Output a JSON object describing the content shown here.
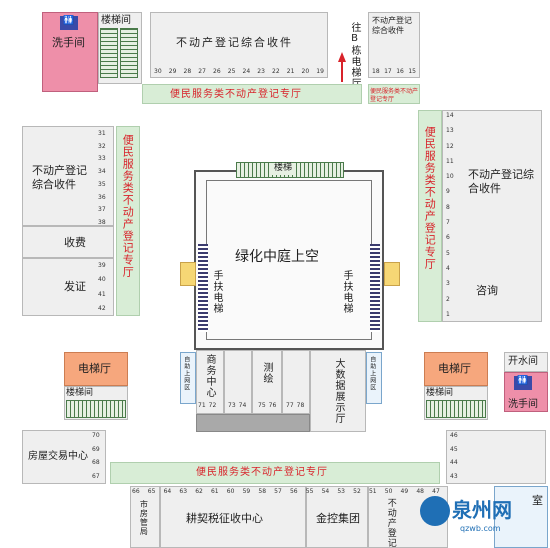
{
  "labels": {
    "restroom_tl": "洗手间",
    "stairs_top": "楼梯间",
    "service_top": "不动产登记综合收件",
    "to_building_b": "往B栋电梯厅",
    "service_tr": "不动产登记综合收件",
    "hall_top": "便民服务类不动产登记专厅",
    "hall_tr_small": "便民服务类不动产登记专厅",
    "service_left": "不动产登记综合收件",
    "fee": "收费",
    "certificate": "发证",
    "hall_left": "便民服务类不动产登记专厅",
    "hall_right": "便民服务类不动产登记专厅",
    "service_right": "不动产登记综合收件",
    "consult": "咨询",
    "courtyard": "绿化中庭上空",
    "courtyard_stairs": "楼梯",
    "escalator_left": "手扶电梯",
    "escalator_right": "手扶电梯",
    "self_service_left": "自助上网区",
    "self_service_right": "自助上网区",
    "business_center": "商务中心",
    "mapping": "测绘",
    "bigdata": "大数据展示厅",
    "elevator_left": "电梯厅",
    "stairs_left": "楼梯间",
    "elevator_right": "电梯厅",
    "stairs_right": "楼梯间",
    "water_room": "开水间",
    "restroom_br": "洗手间",
    "housing_center": "房屋交易中心",
    "hall_bottom": "便民服务类不动产登记专厅",
    "housing_bureau": "市房管局",
    "tax_center": "耕契税征收中心",
    "jinkong": "金控集团",
    "service_bottom": "不动产登记",
    "watermark": "泉州网",
    "watermark_url": "qzwb.com",
    "bottom_right_room": "室"
  },
  "windows": {
    "top": [
      "30",
      "29",
      "28",
      "27",
      "26",
      "25",
      "24",
      "23",
      "22",
      "21",
      "20",
      "19"
    ],
    "top_right": [
      "18",
      "17",
      "16",
      "15"
    ],
    "left_upper": [
      "31",
      "32",
      "33",
      "34",
      "35",
      "36",
      "37",
      "38"
    ],
    "left_lower": [
      "39",
      "40",
      "41",
      "42"
    ],
    "right": [
      "14",
      "13",
      "12",
      "11",
      "10",
      "9",
      "8",
      "7",
      "6",
      "5",
      "4",
      "3",
      "2",
      "1"
    ],
    "center_business": [
      "71",
      "72"
    ],
    "center_a": [
      "73",
      "74"
    ],
    "center_b": [
      "75",
      "76"
    ],
    "center_c": [
      "77",
      "78"
    ],
    "bottom_left": [
      "70",
      "69",
      "68",
      "67"
    ],
    "right_lower": [
      "46",
      "45",
      "44",
      "43"
    ],
    "bottom": [
      "66",
      "65",
      "64",
      "63",
      "62",
      "61",
      "60",
      "59",
      "58",
      "57",
      "56",
      "55",
      "54",
      "53",
      "52",
      "51",
      "50",
      "49",
      "48",
      "47"
    ]
  }
}
